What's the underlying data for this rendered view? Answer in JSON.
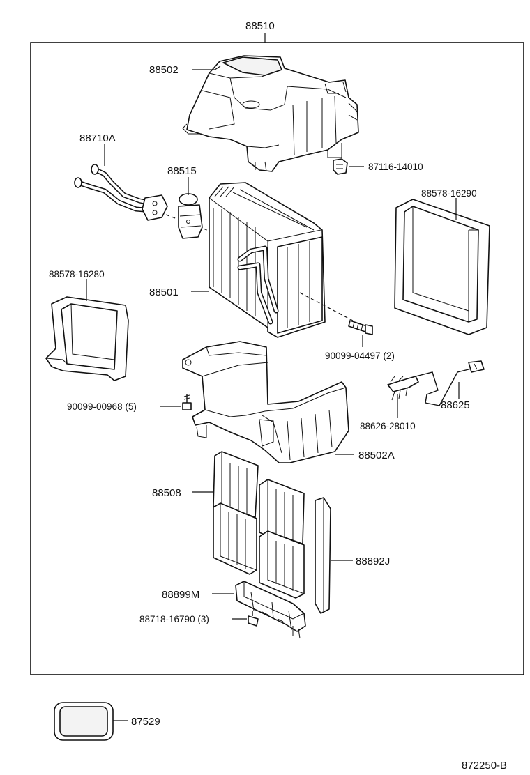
{
  "diagram_code": "872250-B",
  "labels": {
    "assembly": "88510",
    "upper_case": "88502",
    "tube": "88710A",
    "exp_valve": "88515",
    "clamp": "87116-14010",
    "seal_right": "88578-16290",
    "seal_left": "88578-16280",
    "evaporator": "88501",
    "bolt": "90099-04497 (2)",
    "screw": "90099-00968 (5)",
    "thermistor": "88625",
    "holder": "88626-28010",
    "lower_case": "88502A",
    "filter": "88508",
    "plate": "88892J",
    "filter_cover": "88899M",
    "small_screw": "88718-16790 (3)",
    "gasket": "87529"
  }
}
